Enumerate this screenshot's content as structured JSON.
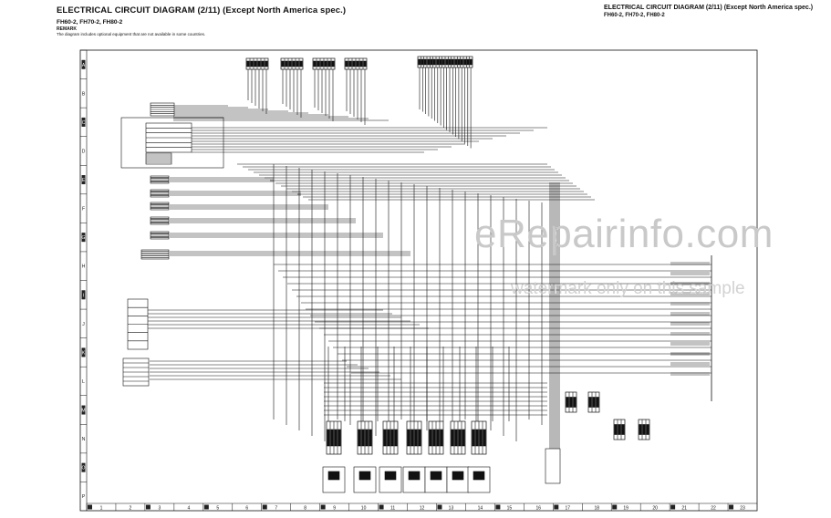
{
  "header": {
    "title_left": "ELECTRICAL CIRCUIT DIAGRAM (2/11) (Except North America spec.)",
    "subtitle_left": "FH60-2, FH70-2, FH80-2",
    "remark_label": "REMARK",
    "remark_text": "The diagram includes optional equipment that are not available in some countries.",
    "title_right": "ELECTRICAL CIRCUIT DIAGRAM (2/11) (Except North America spec.)",
    "subtitle_right": "FH60-2, FH70-2, FH80-2"
  },
  "grid": {
    "row_labels": [
      "A",
      "B",
      "C",
      "D",
      "E",
      "F",
      "G",
      "H",
      "I",
      "J",
      "K",
      "L",
      "M",
      "N",
      "O",
      "P"
    ],
    "col_labels": [
      "1",
      "2",
      "3",
      "4",
      "5",
      "6",
      "7",
      "8",
      "9",
      "10",
      "11",
      "12",
      "13",
      "14",
      "15",
      "16",
      "17",
      "18",
      "19",
      "20",
      "21",
      "22",
      "23"
    ]
  },
  "watermark": {
    "primary": "eRepairinfo.com",
    "secondary": "watermark only on this sample"
  },
  "colors": {
    "line": "#111111",
    "watermark_primary": "#c9c9c9",
    "watermark_secondary": "#d2d2d2"
  }
}
